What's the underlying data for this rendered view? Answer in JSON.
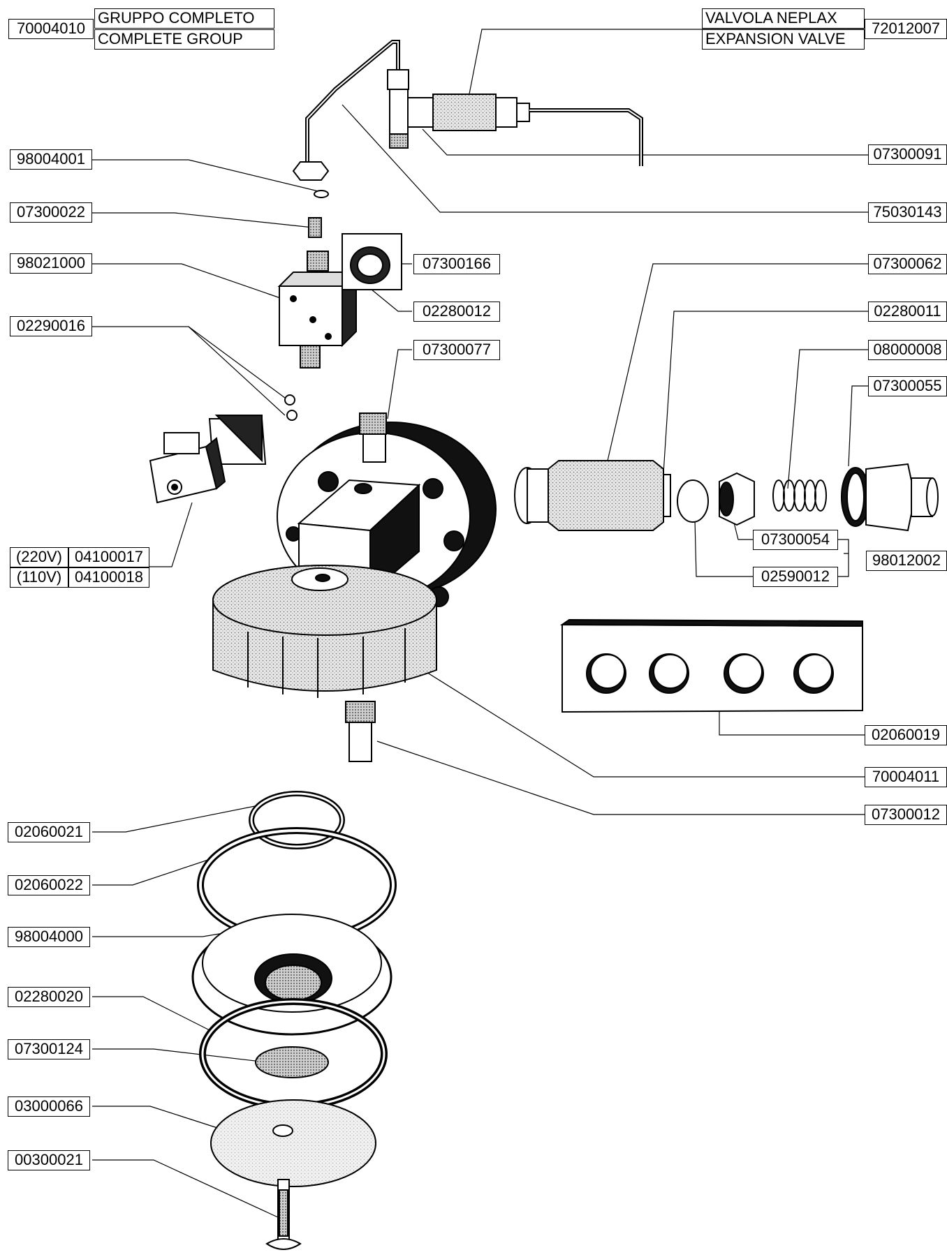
{
  "header_left": {
    "code": "70004010",
    "title_it": "GRUPPO COMPLETO",
    "title_en": "COMPLETE GROUP"
  },
  "header_right": {
    "code": "72012007",
    "title_it": "VALVOLA NEPLAX",
    "title_en": "EXPANSION VALVE"
  },
  "parts": {
    "p98004001": "98004001",
    "p07300022": "07300022",
    "p98021000": "98021000",
    "p02290016": "02290016",
    "p07300166": "07300166",
    "p02280012": "02280012",
    "p07300077": "07300077",
    "p07300091": "07300091",
    "p75030143": "75030143",
    "p07300062": "07300062",
    "p02280011": "02280011",
    "p08000008": "08000008",
    "p07300055": "07300055",
    "p07300054": "07300054",
    "p98012002": "98012002",
    "p02590012": "02590012",
    "p02060019": "02060019",
    "p70004011": "70004011",
    "p07300012": "07300012",
    "p02060021": "02060021",
    "p02060022": "02060022",
    "p98004000": "98004000",
    "p02280020": "02280020",
    "p07300124": "07300124",
    "p03000066": "03000066",
    "p00300021": "00300021"
  },
  "voltage": {
    "v220": "(220V)",
    "c220": "04100017",
    "v110": "(110V)",
    "c110": "04100018"
  }
}
